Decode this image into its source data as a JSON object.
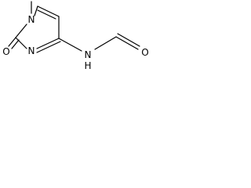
{
  "molecule": {
    "atoms": {
      "n1": "N",
      "methyl": "",
      "o2": "O",
      "n3": "N",
      "nh": "N",
      "nh_h": "H",
      "o_formyl": "O"
    }
  }
}
